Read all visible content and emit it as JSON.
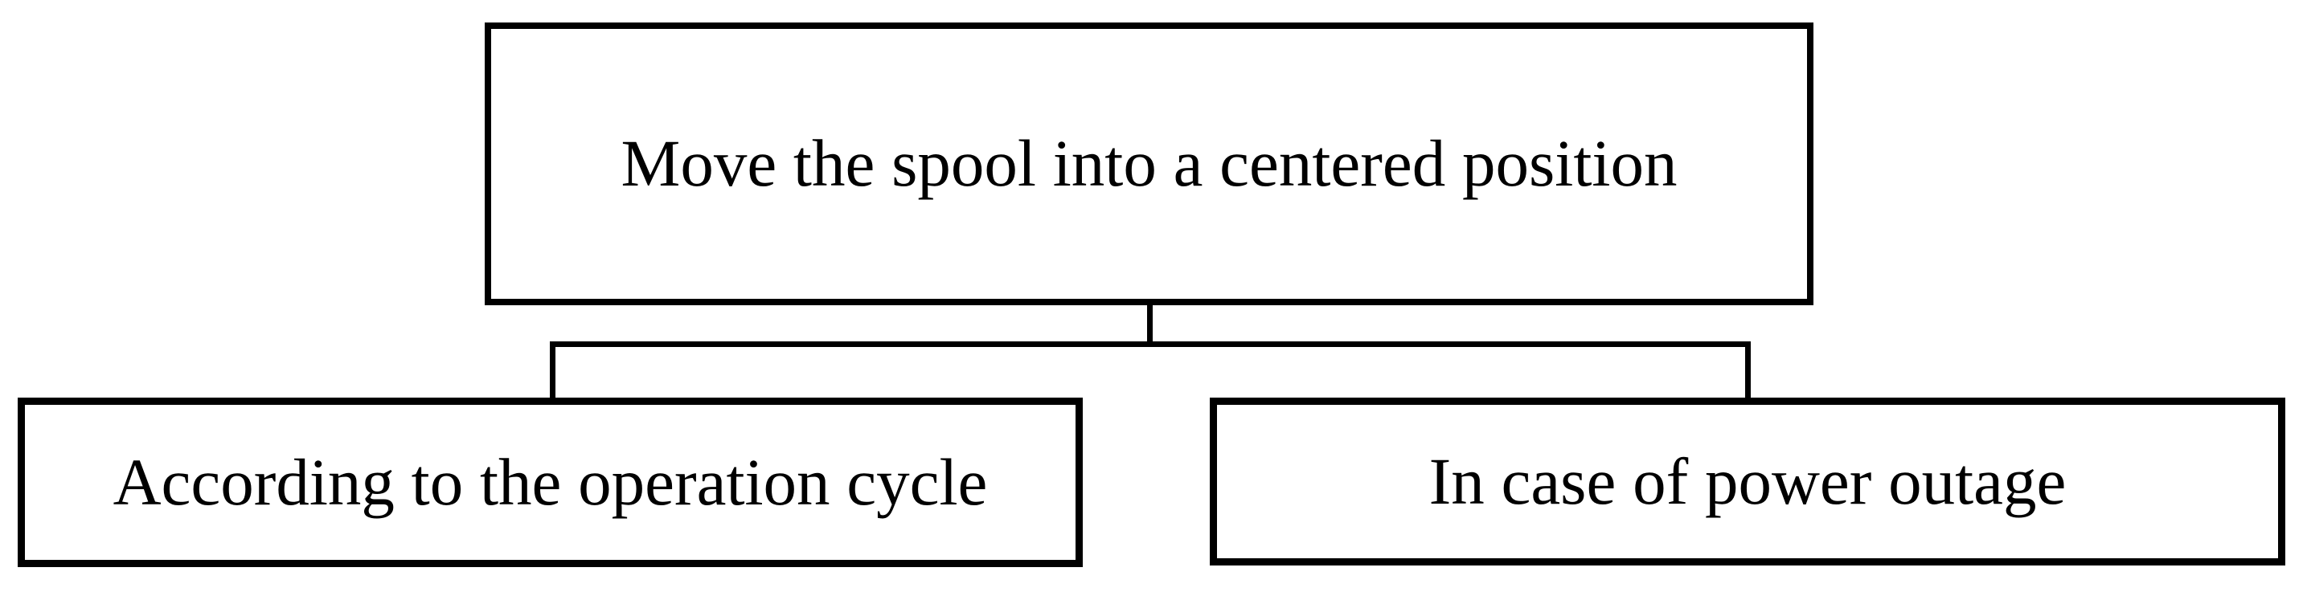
{
  "diagram": {
    "type": "tree",
    "root": {
      "label": "Move the spool into a centered position"
    },
    "children": [
      {
        "label": "According to the operation cycle"
      },
      {
        "label": "In case of power outage"
      }
    ],
    "colors": {
      "line": "#000000",
      "background": "#ffffff",
      "text": "#000000"
    }
  }
}
